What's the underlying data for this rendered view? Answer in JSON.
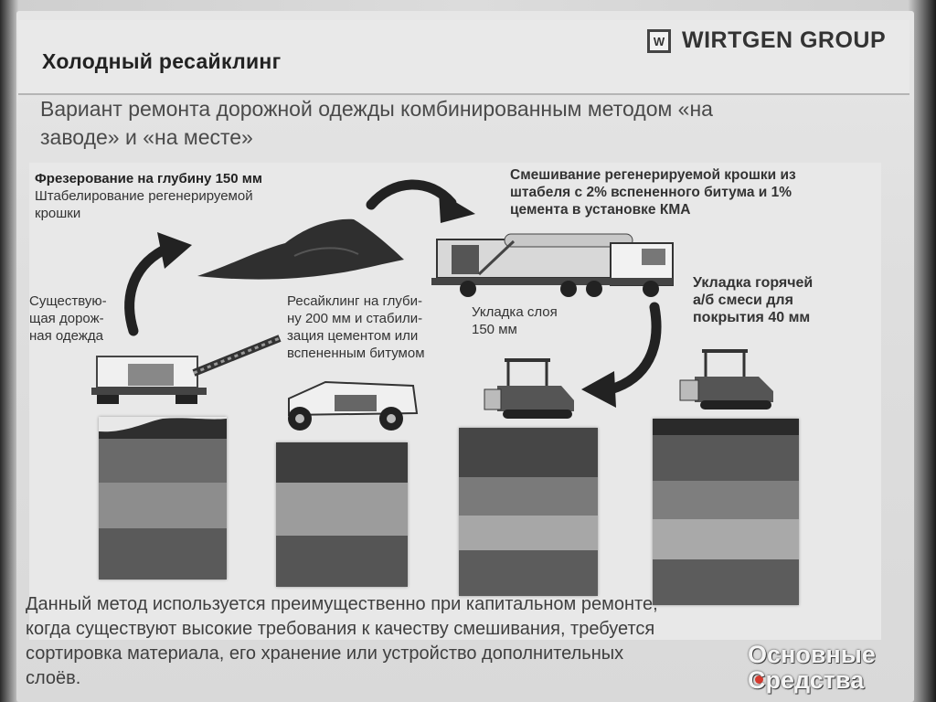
{
  "slide": {
    "title": "Холодный ресайклинг",
    "logo": {
      "mark": "W",
      "text": "WIRTGEN GROUP"
    },
    "subtitle_lines": [
      "Вариант ремонта дорожной одежды комбинированным методом «на",
      "заводе» и «на месте»"
    ]
  },
  "diagram": {
    "labels": {
      "milling": [
        "Фрезерование на глубину 150 мм",
        "Штабелирование регенерируемой",
        "крошки"
      ],
      "mixing": [
        "Смешивание регенерируемой крошки из",
        "штабеля с 2% вспененного битума и 1%",
        "цемента в установке КМА"
      ],
      "existing": [
        "Существую-",
        "щая дорож-",
        "ная одежда"
      ],
      "recycling": [
        "Ресайклинг на глуби-",
        "ну 200 мм и стабили-",
        "зация цементом или",
        "вспененным битумом"
      ],
      "layer150": [
        "Укладка слоя",
        "150 мм"
      ],
      "hot_asphalt": [
        "Укладка горячей",
        "а/б смеси для",
        "покрытия 40 мм"
      ]
    },
    "icons": [
      "curved-arrow-icon",
      "milling-machine-icon",
      "recycler-icon",
      "mixing-plant-truck-icon",
      "paver-icon",
      "stockpile-icon"
    ],
    "layer_colors": {
      "dark": "#4a4a4a",
      "mid": "#8a8a8a",
      "light": "#b9b9b9",
      "top_dark": "#2e2e2e"
    }
  },
  "footer": {
    "lines": [
      "Данный метод используется преимущественно при капитальном ремонте,",
      "когда существуют высокие требования к качеству смешивания, требуется",
      "сортировка материала, его хранение или устройство дополнительных",
      "слоёв."
    ]
  },
  "watermark": [
    "Основные",
    "Средства"
  ]
}
